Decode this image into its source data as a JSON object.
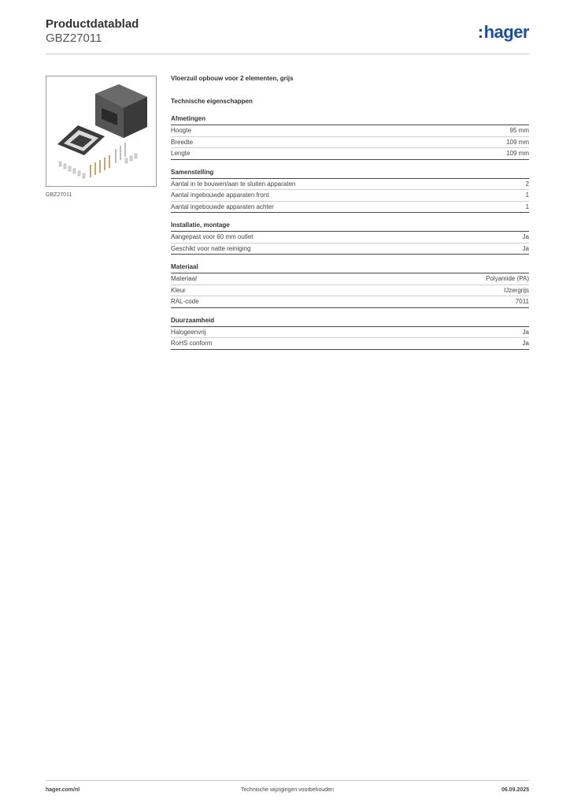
{
  "header": {
    "title": "Productdatablad",
    "code": "GBZ27011",
    "logo": "hager",
    "logo_color": "#1a4ea1"
  },
  "image": {
    "caption": "GBZ27011",
    "icon": "product-photo"
  },
  "product": {
    "description": "Vloerzuil opbouw voor 2 elementen, grijs",
    "tech_heading": "Technische eigenschappen"
  },
  "sections": [
    {
      "title": "Afmetingen",
      "rows": [
        {
          "label": "Hoogte",
          "value": "95 mm"
        },
        {
          "label": "Breedte",
          "value": "109 mm"
        },
        {
          "label": "Lengte",
          "value": "109 mm"
        }
      ]
    },
    {
      "title": "Samenstelling",
      "rows": [
        {
          "label": "Aantal in te bouwen/aan te sluiten apparaten",
          "value": "2"
        },
        {
          "label": "Aantal ingebouwde apparaten front",
          "value": "1"
        },
        {
          "label": "Aantal ingebouwde apparaten achter",
          "value": "1"
        }
      ]
    },
    {
      "title": "Installatie, montage",
      "rows": [
        {
          "label": "Aangepast voor 60 mm outlet",
          "value": "Ja"
        },
        {
          "label": "Geschikt voor natte reiniging",
          "value": "Ja"
        }
      ]
    },
    {
      "title": "Materiaal",
      "rows": [
        {
          "label": "Materiaal",
          "value": "Polyamide (PA)"
        },
        {
          "label": "Kleur",
          "value": "IJzergrijs"
        },
        {
          "label": "RAL-code",
          "value": "7011"
        }
      ]
    },
    {
      "title": "Duurzaamheid",
      "rows": [
        {
          "label": "Halogeenvrij",
          "value": "Ja"
        },
        {
          "label": "RoHS conform",
          "value": "Ja"
        }
      ]
    }
  ],
  "footer": {
    "url": "hager.com/nl",
    "notice": "Technische wijzigingen voorbehouden",
    "date": "06.09.2025"
  }
}
